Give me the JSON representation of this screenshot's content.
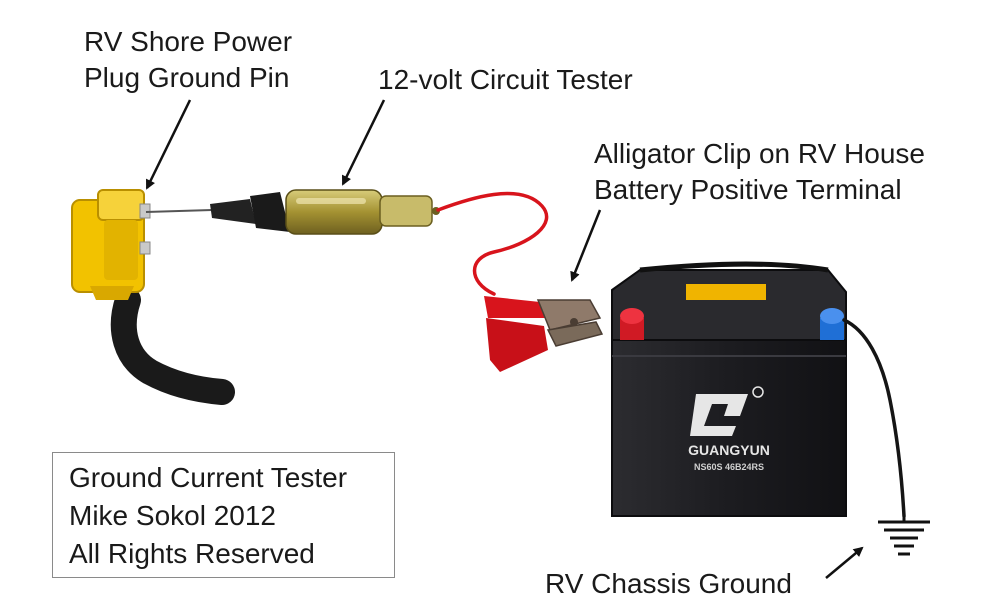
{
  "labels": {
    "shore_power_line1": "RV Shore Power",
    "shore_power_line2": "Plug Ground Pin",
    "circuit_tester": "12-volt Circuit Tester",
    "alligator_line1": "Alligator Clip on RV House",
    "alligator_line2": "Battery Positive Terminal",
    "chassis_ground": "RV Chassis Ground"
  },
  "credit": {
    "line1": "Ground Current Tester",
    "line2": "Mike Sokol 2012",
    "line3": "All Rights Reserved"
  },
  "battery": {
    "brand": "GUANGYUN",
    "model": "NS60S  46B24RS"
  },
  "colors": {
    "plug_yellow": "#f2c200",
    "wire_red": "#d8141c",
    "battery_body": "#202024",
    "terminal_positive": "#d01a24",
    "terminal_negative": "#1f6fd6",
    "cable_black": "#151515"
  }
}
